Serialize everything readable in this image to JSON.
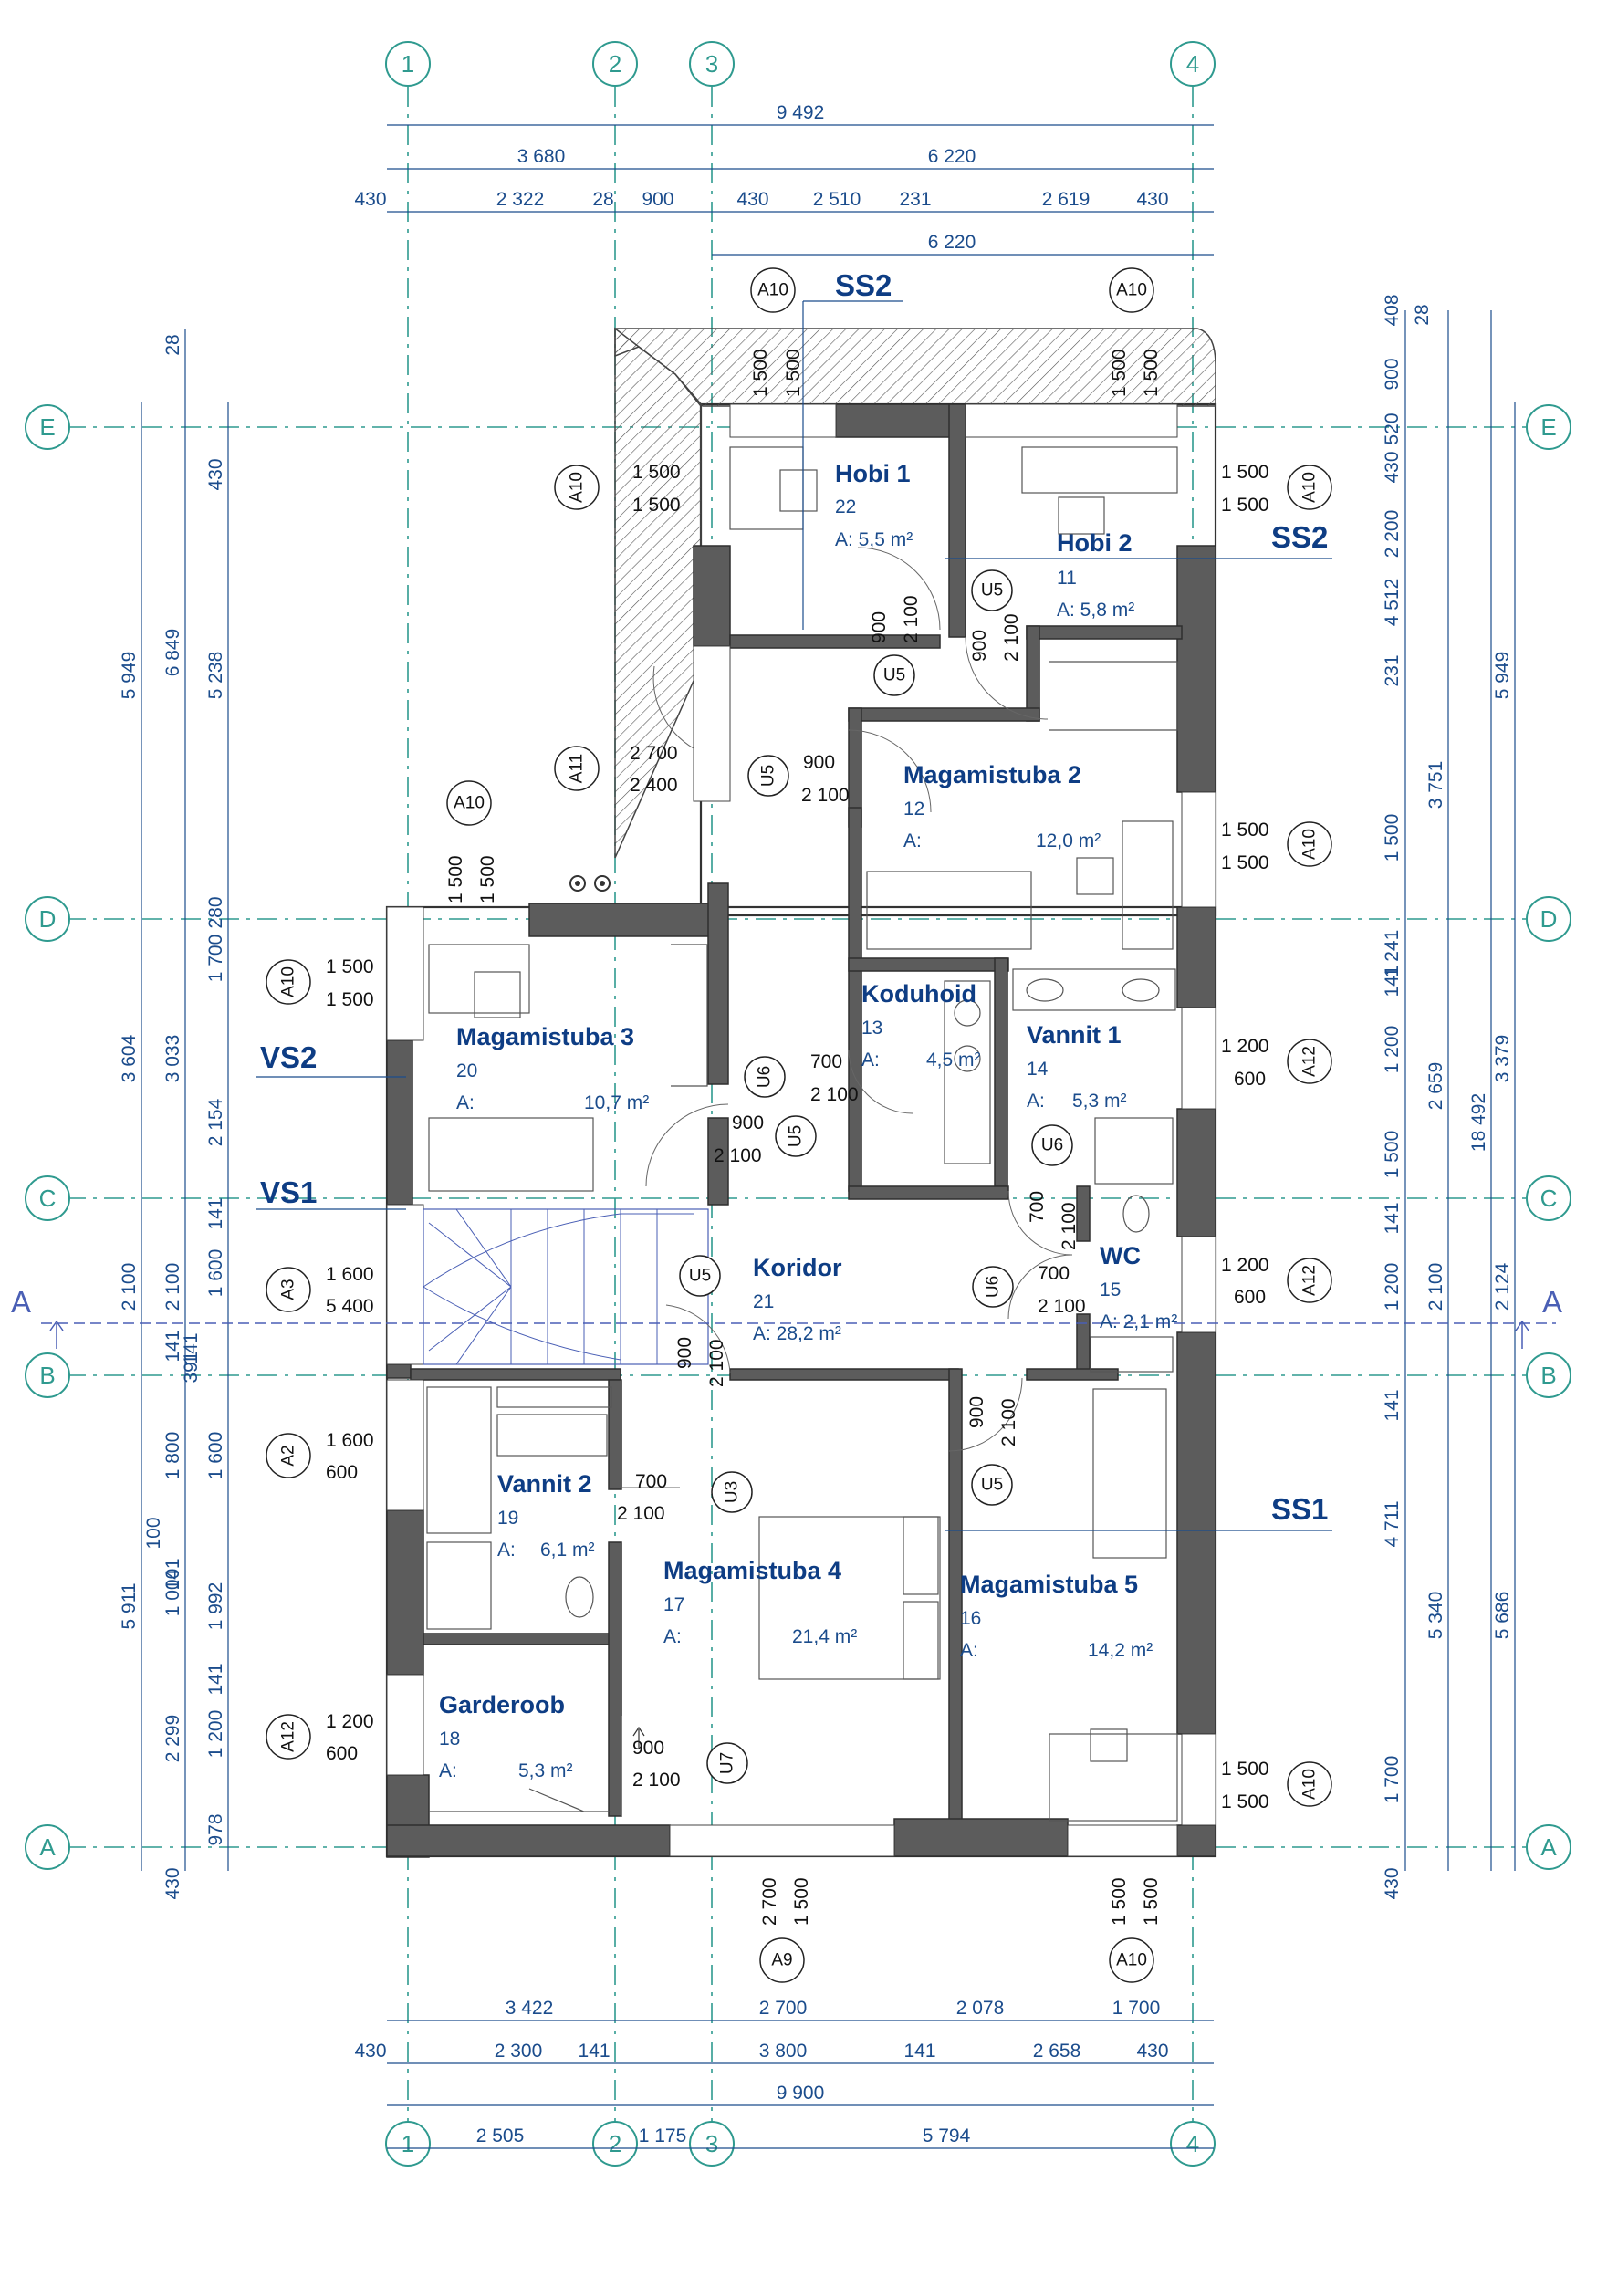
{
  "grid_axes": {
    "vertical": [
      "1",
      "2",
      "3",
      "4"
    ],
    "horizontal": [
      "E",
      "D",
      "C",
      "B",
      "A"
    ]
  },
  "top_dims": {
    "overall": "9 492",
    "row2": [
      "3 680",
      "6 220"
    ],
    "row3": [
      "430",
      "2 322",
      "28",
      "900",
      "430",
      "2 510",
      "231",
      "2 619",
      "430"
    ],
    "row4": "6 220"
  },
  "bottom_dims": {
    "row1": [
      "3 422",
      "2 700",
      "2 078",
      "1 700"
    ],
    "row2": [
      "430",
      "2 300",
      "141",
      "3 800",
      "141",
      "2 658",
      "430"
    ],
    "row3": "9 900",
    "row4": [
      "2 505",
      "1 175",
      "5 794"
    ]
  },
  "left_dims": {
    "col_outer": [
      "5 949",
      "3 604",
      "2 100",
      "5 911",
      "430"
    ],
    "col2": [
      "28",
      "6 849",
      "3 033",
      "2 100",
      "141",
      "100",
      "1 800",
      "141",
      "1 000",
      "2 299",
      "978"
    ],
    "col3": [
      "430",
      "5 238",
      "1 700",
      "280",
      "2 154",
      "141",
      "1 600",
      "141",
      "391",
      "1 600",
      "1 992",
      "141",
      "1 200"
    ]
  },
  "right_dims": {
    "col1": [
      "408",
      "28",
      "900",
      "520",
      "430",
      "2 200",
      "4 512",
      "231",
      "1 500",
      "1 241",
      "141",
      "1 200",
      "1 500",
      "141",
      "1 200",
      "141",
      "4 711",
      "1 700",
      "430"
    ],
    "col2": [
      "3 751",
      "2 659",
      "2 100",
      "5 340"
    ],
    "col3": "18 492",
    "col4": [
      "5 949",
      "3 379",
      "2 124",
      "5 686"
    ]
  },
  "rooms": [
    {
      "name": "Hobi 1",
      "number": "22",
      "area": "A: 5,5 m²"
    },
    {
      "name": "Hobi 2",
      "number": "11",
      "area": "A: 5,8 m²"
    },
    {
      "name": "Magamistuba 2",
      "number": "12",
      "area_label": "A:",
      "area": "12,0 m²"
    },
    {
      "name": "Magamistuba 3",
      "number": "20",
      "area_label": "A:",
      "area": "10,7 m²"
    },
    {
      "name": "Koduhoid",
      "number": "13",
      "area_label": "A:",
      "area": "4,5 m²"
    },
    {
      "name": "Vannit 1",
      "number": "14",
      "area_label": "A:",
      "area": "5,3 m²"
    },
    {
      "name": "Koridor",
      "number": "21",
      "area": "A: 28,2 m²"
    },
    {
      "name": "WC",
      "number": "15",
      "area": "A: 2,1 m²"
    },
    {
      "name": "Vannit 2",
      "number": "19",
      "area_label": "A:",
      "area": "6,1 m²"
    },
    {
      "name": "Magamistuba 4",
      "number": "17",
      "area_label": "A:",
      "area": "21,4 m²"
    },
    {
      "name": "Magamistuba 5",
      "number": "16",
      "area_label": "A:",
      "area": "14,2 m²"
    },
    {
      "name": "Garderoob",
      "number": "18",
      "area_label": "A:",
      "area": "5,3 m²"
    }
  ],
  "sections": [
    "SS2",
    "SS2",
    "VS2",
    "VS1",
    "SS1",
    "A",
    "A"
  ],
  "window_tags": [
    {
      "tag": "A10",
      "w": "1 500",
      "h": "1 500"
    },
    {
      "tag": "A10",
      "w": "1 500",
      "h": "1 500"
    },
    {
      "tag": "A10",
      "w": "1 500",
      "h": "1 500"
    },
    {
      "tag": "A10",
      "w": "1 500",
      "h": "1 500"
    },
    {
      "tag": "A11",
      "w": "2 700",
      "h": "2 400"
    },
    {
      "tag": "A10",
      "w": "1 500",
      "h": "1 500"
    },
    {
      "tag": "A10",
      "w": "1 500",
      "h": "1 500"
    },
    {
      "tag": "A10",
      "w": "1 500",
      "h": "1 500"
    },
    {
      "tag": "A12",
      "w": "1 200",
      "h": "600"
    },
    {
      "tag": "A3",
      "w": "1 600",
      "h": "5 400"
    },
    {
      "tag": "A12",
      "w": "1 200",
      "h": "600"
    },
    {
      "tag": "A2",
      "w": "1 600",
      "h": "600"
    },
    {
      "tag": "A12",
      "w": "1 200",
      "h": "600"
    },
    {
      "tag": "A10",
      "w": "1 500",
      "h": "1 500"
    },
    {
      "tag": "A9",
      "w": "2 700",
      "h": "1 500"
    },
    {
      "tag": "A10",
      "w": "1 500",
      "h": "1 500"
    }
  ],
  "door_tags": [
    {
      "tag": "U5",
      "w": "900",
      "h": "2 100"
    },
    {
      "tag": "U5",
      "w": "900",
      "h": "2 100"
    },
    {
      "tag": "U5",
      "w": "900",
      "h": "2 100"
    },
    {
      "tag": "U5",
      "w": "900",
      "h": "2 100"
    },
    {
      "tag": "U6",
      "w": "700",
      "h": "2 100"
    },
    {
      "tag": "U6",
      "w": "700",
      "h": "2 100"
    },
    {
      "tag": "U6",
      "w": "700",
      "h": "2 100"
    },
    {
      "tag": "U5",
      "w": "900",
      "h": "2 100"
    },
    {
      "tag": "U5",
      "w": "900",
      "h": "2 100"
    },
    {
      "tag": "U3",
      "w": "700",
      "h": "2 100"
    },
    {
      "tag": "U7",
      "w": "900",
      "h": "2 100"
    }
  ]
}
